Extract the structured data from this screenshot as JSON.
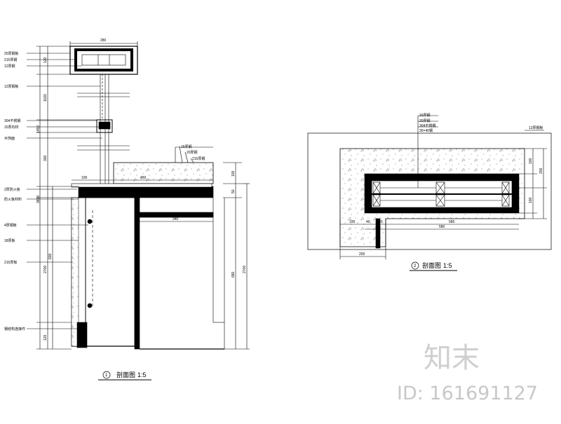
{
  "section1": {
    "caption": "剖面图",
    "scale": "1:5",
    "number": "1",
    "top_dims": [
      "280"
    ],
    "left_labels": [
      "25厚钢板",
      "215厚钢",
      "12厚钢",
      "12厚钢板",
      "304不锈钢",
      "15厚石材",
      "木饰面",
      "2厚防火板",
      "防火板材料",
      "4厚钢板",
      "18厚板",
      "215厚板",
      "钢结构连接件"
    ],
    "vert_dims": [
      "120",
      "1160",
      "1450",
      "300",
      "3650",
      "600",
      "2700",
      "120"
    ],
    "mid_dims": [
      "100",
      "450",
      "340"
    ],
    "right_labels": [
      "15厚钢",
      "20厚钢",
      "215厚钢"
    ],
    "right_dims": [
      "100",
      "50",
      "680",
      "2700"
    ]
  },
  "section2": {
    "caption": "剖面图",
    "scale": "1:5",
    "number": "2",
    "top_labels": [
      "15厚钢",
      "20厚钢",
      "304不锈钢",
      "30×40钢"
    ],
    "right_label": "12厚钢板",
    "dims_bottom": [
      "100",
      "40",
      "40",
      "585",
      "580",
      "200"
    ],
    "dims_right": [
      "100",
      "200",
      "100"
    ]
  },
  "watermark": {
    "brand": "知末",
    "id_text": "ID: 161691127"
  }
}
